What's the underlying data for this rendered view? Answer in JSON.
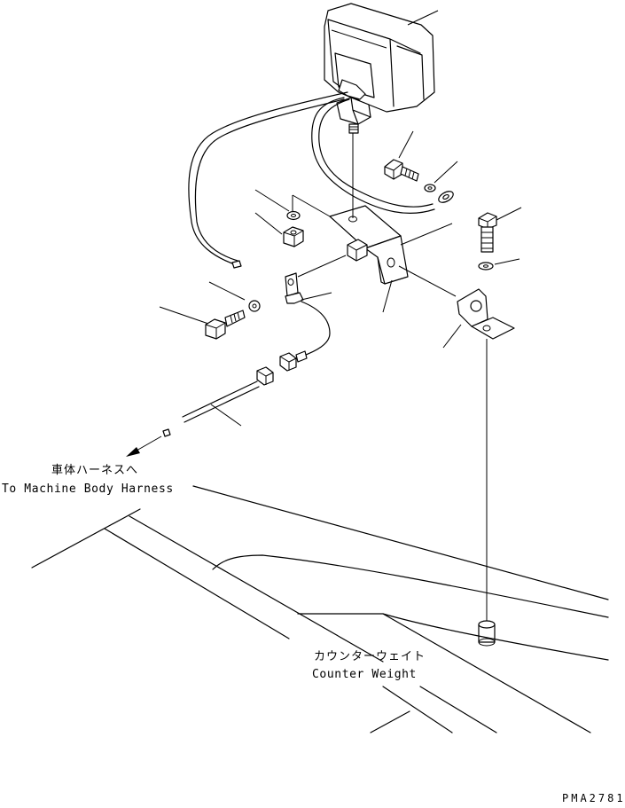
{
  "labels": {
    "harness_jp": "車体ハーネスへ",
    "harness_en": "To Machine Body Harness",
    "counterweight_jp": "カウンターウェイト",
    "counterweight_en": "Counter Weight",
    "drawing_code": "PMA2781"
  },
  "colors": {
    "line": "#000000",
    "background": "#ffffff"
  }
}
